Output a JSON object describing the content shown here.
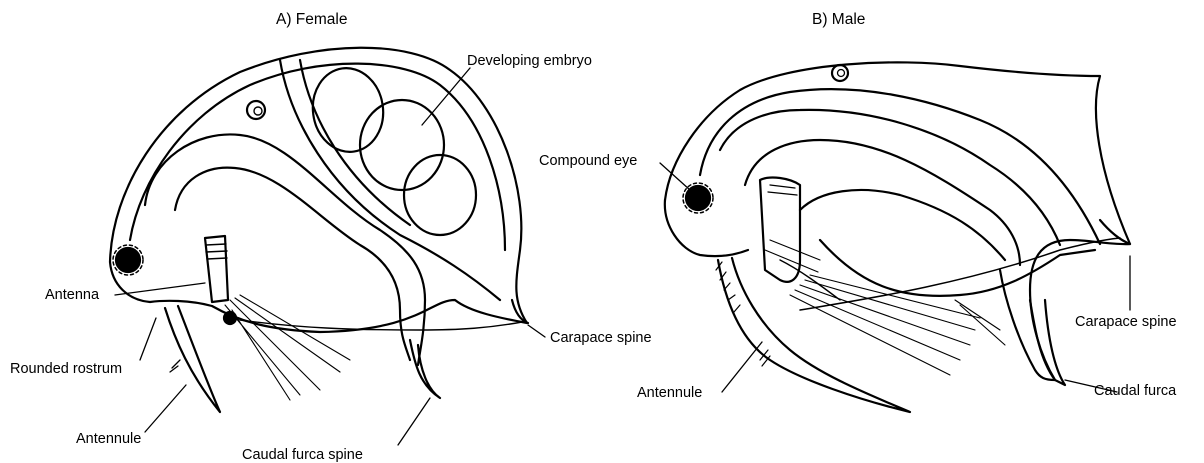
{
  "female": {
    "title": "A) Female",
    "labels": {
      "developing_embryo": "Developing embryo",
      "antenna": "Antenna",
      "rounded_rostrum": "Rounded rostrum",
      "antennule": "Antennule",
      "caudal_furca_spine": "Caudal furca spine",
      "carapace_spine": "Carapace spine"
    }
  },
  "male": {
    "title": "B) Male",
    "labels": {
      "compound_eye": "Compound eye",
      "carapace_spine": "Carapace spine",
      "caudal_furca": "Caudal furca",
      "antennule": "Antennule"
    }
  },
  "colors": {
    "ink": "#000000",
    "background": "#ffffff"
  }
}
